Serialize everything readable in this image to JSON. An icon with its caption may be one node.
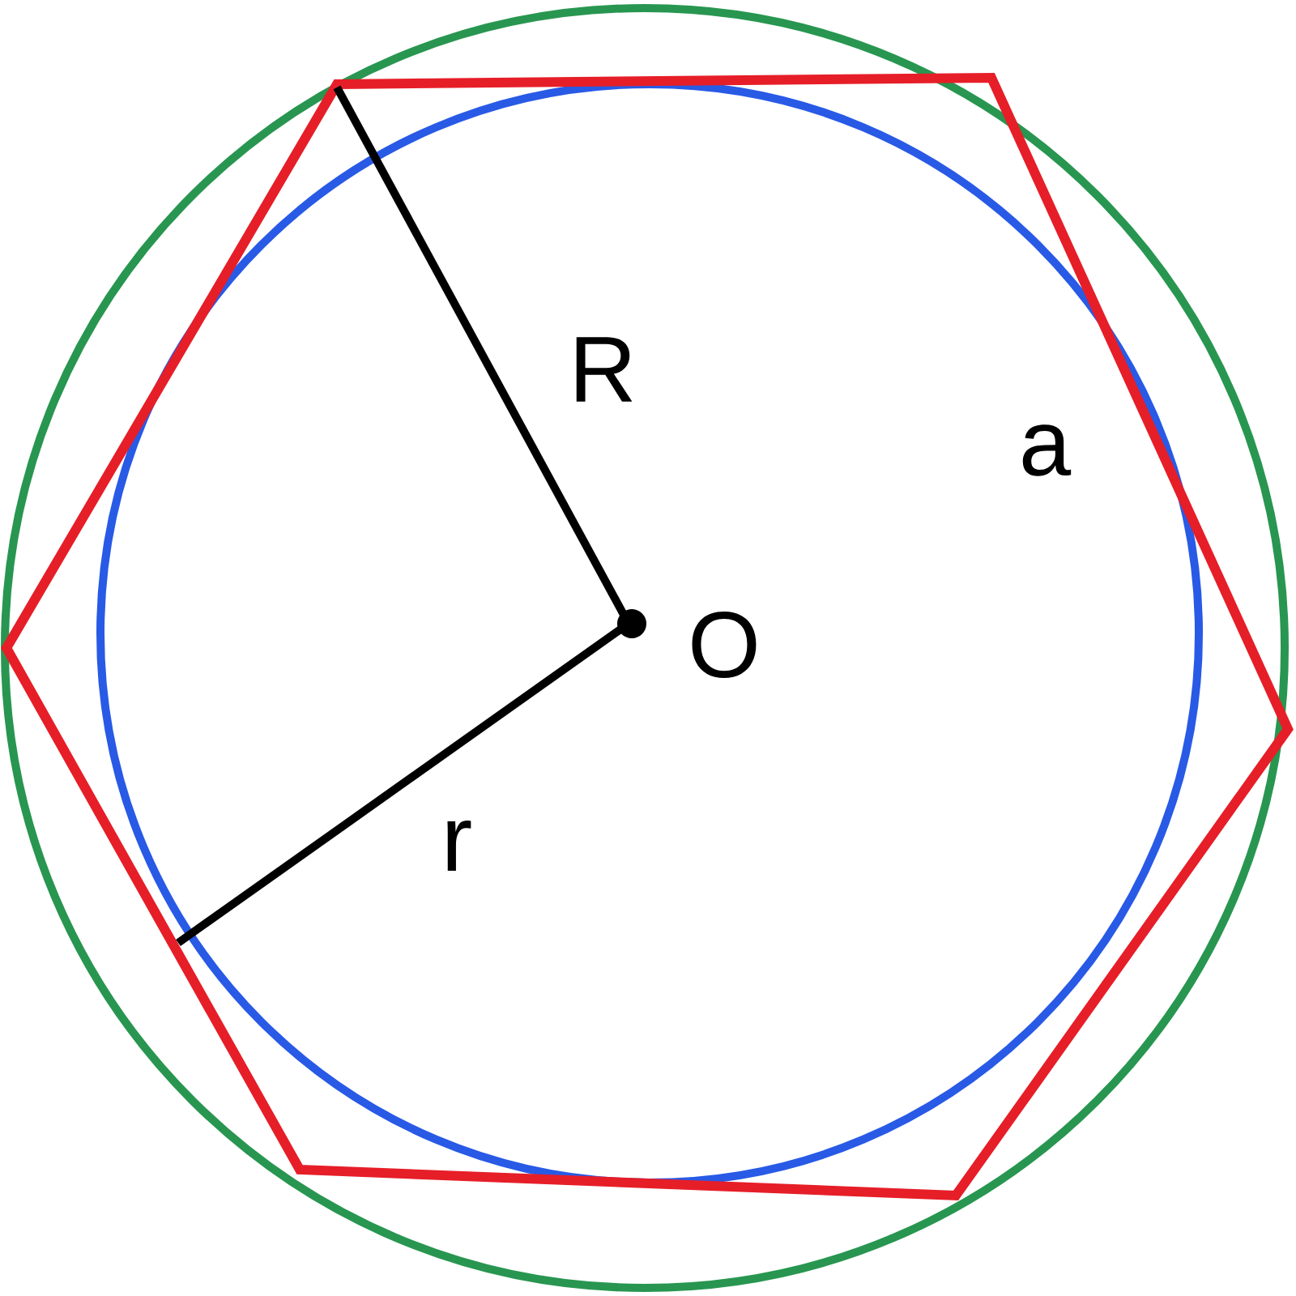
{
  "diagram": {
    "labels": [
      "R",
      "a",
      "O",
      "r"
    ]
  }
}
